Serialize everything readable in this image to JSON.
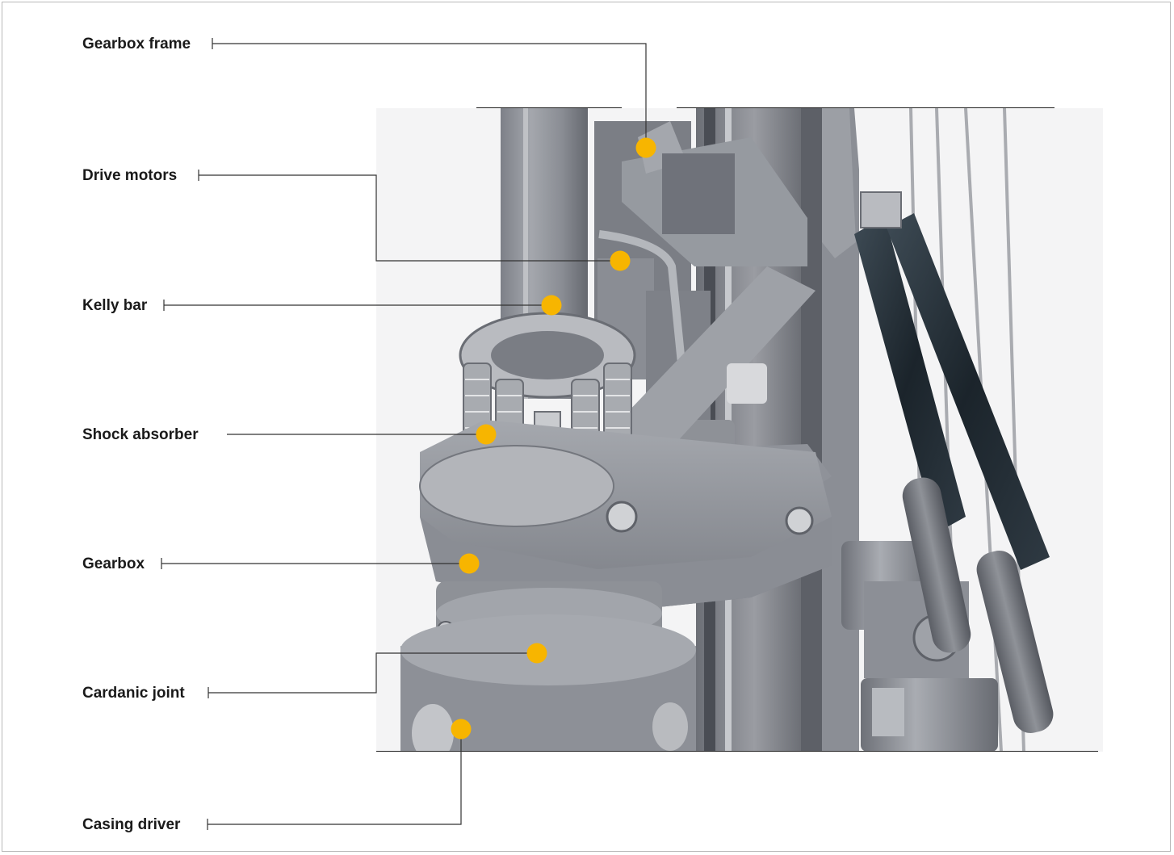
{
  "title": "",
  "callouts": [
    {
      "id": "gearbox-frame",
      "label": "Gearbox frame"
    },
    {
      "id": "drive-motors",
      "label": "Drive motors"
    },
    {
      "id": "kelly-bar",
      "label": "Kelly bar"
    },
    {
      "id": "shock-absorber",
      "label": "Shock absorber"
    },
    {
      "id": "gearbox",
      "label": "Gearbox"
    },
    {
      "id": "cardanic-joint",
      "label": "Cardanic joint"
    },
    {
      "id": "casing-driver",
      "label": "Casing driver"
    }
  ],
  "colors": {
    "marker": "#f7b500",
    "leader": "#333333",
    "steel": "#8e9198",
    "steel_dark": "#5f6269",
    "steel_light": "#c3c5ca",
    "cylinder_dark": "#1f2a33",
    "frame_border": "#b9b9b9"
  }
}
